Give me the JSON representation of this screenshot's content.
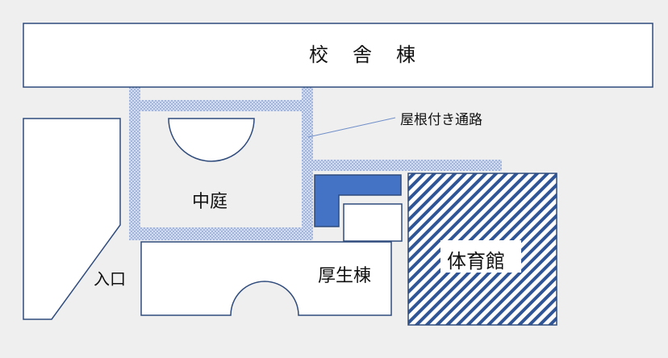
{
  "labels": {
    "school_building": "校舎棟",
    "courtyard": "中庭",
    "covered_walkway": "屋根付き通路",
    "welfare_building": "厚生棟",
    "gymnasium": "体育館",
    "entrance": "入口"
  },
  "colors": {
    "background": "#efefef",
    "outline": "#2f4b7c",
    "walkway_dots": "#9db3da",
    "accent_block": "#4472c4",
    "gym_hatch": "#2f5597",
    "building_fill": "#ffffff"
  }
}
